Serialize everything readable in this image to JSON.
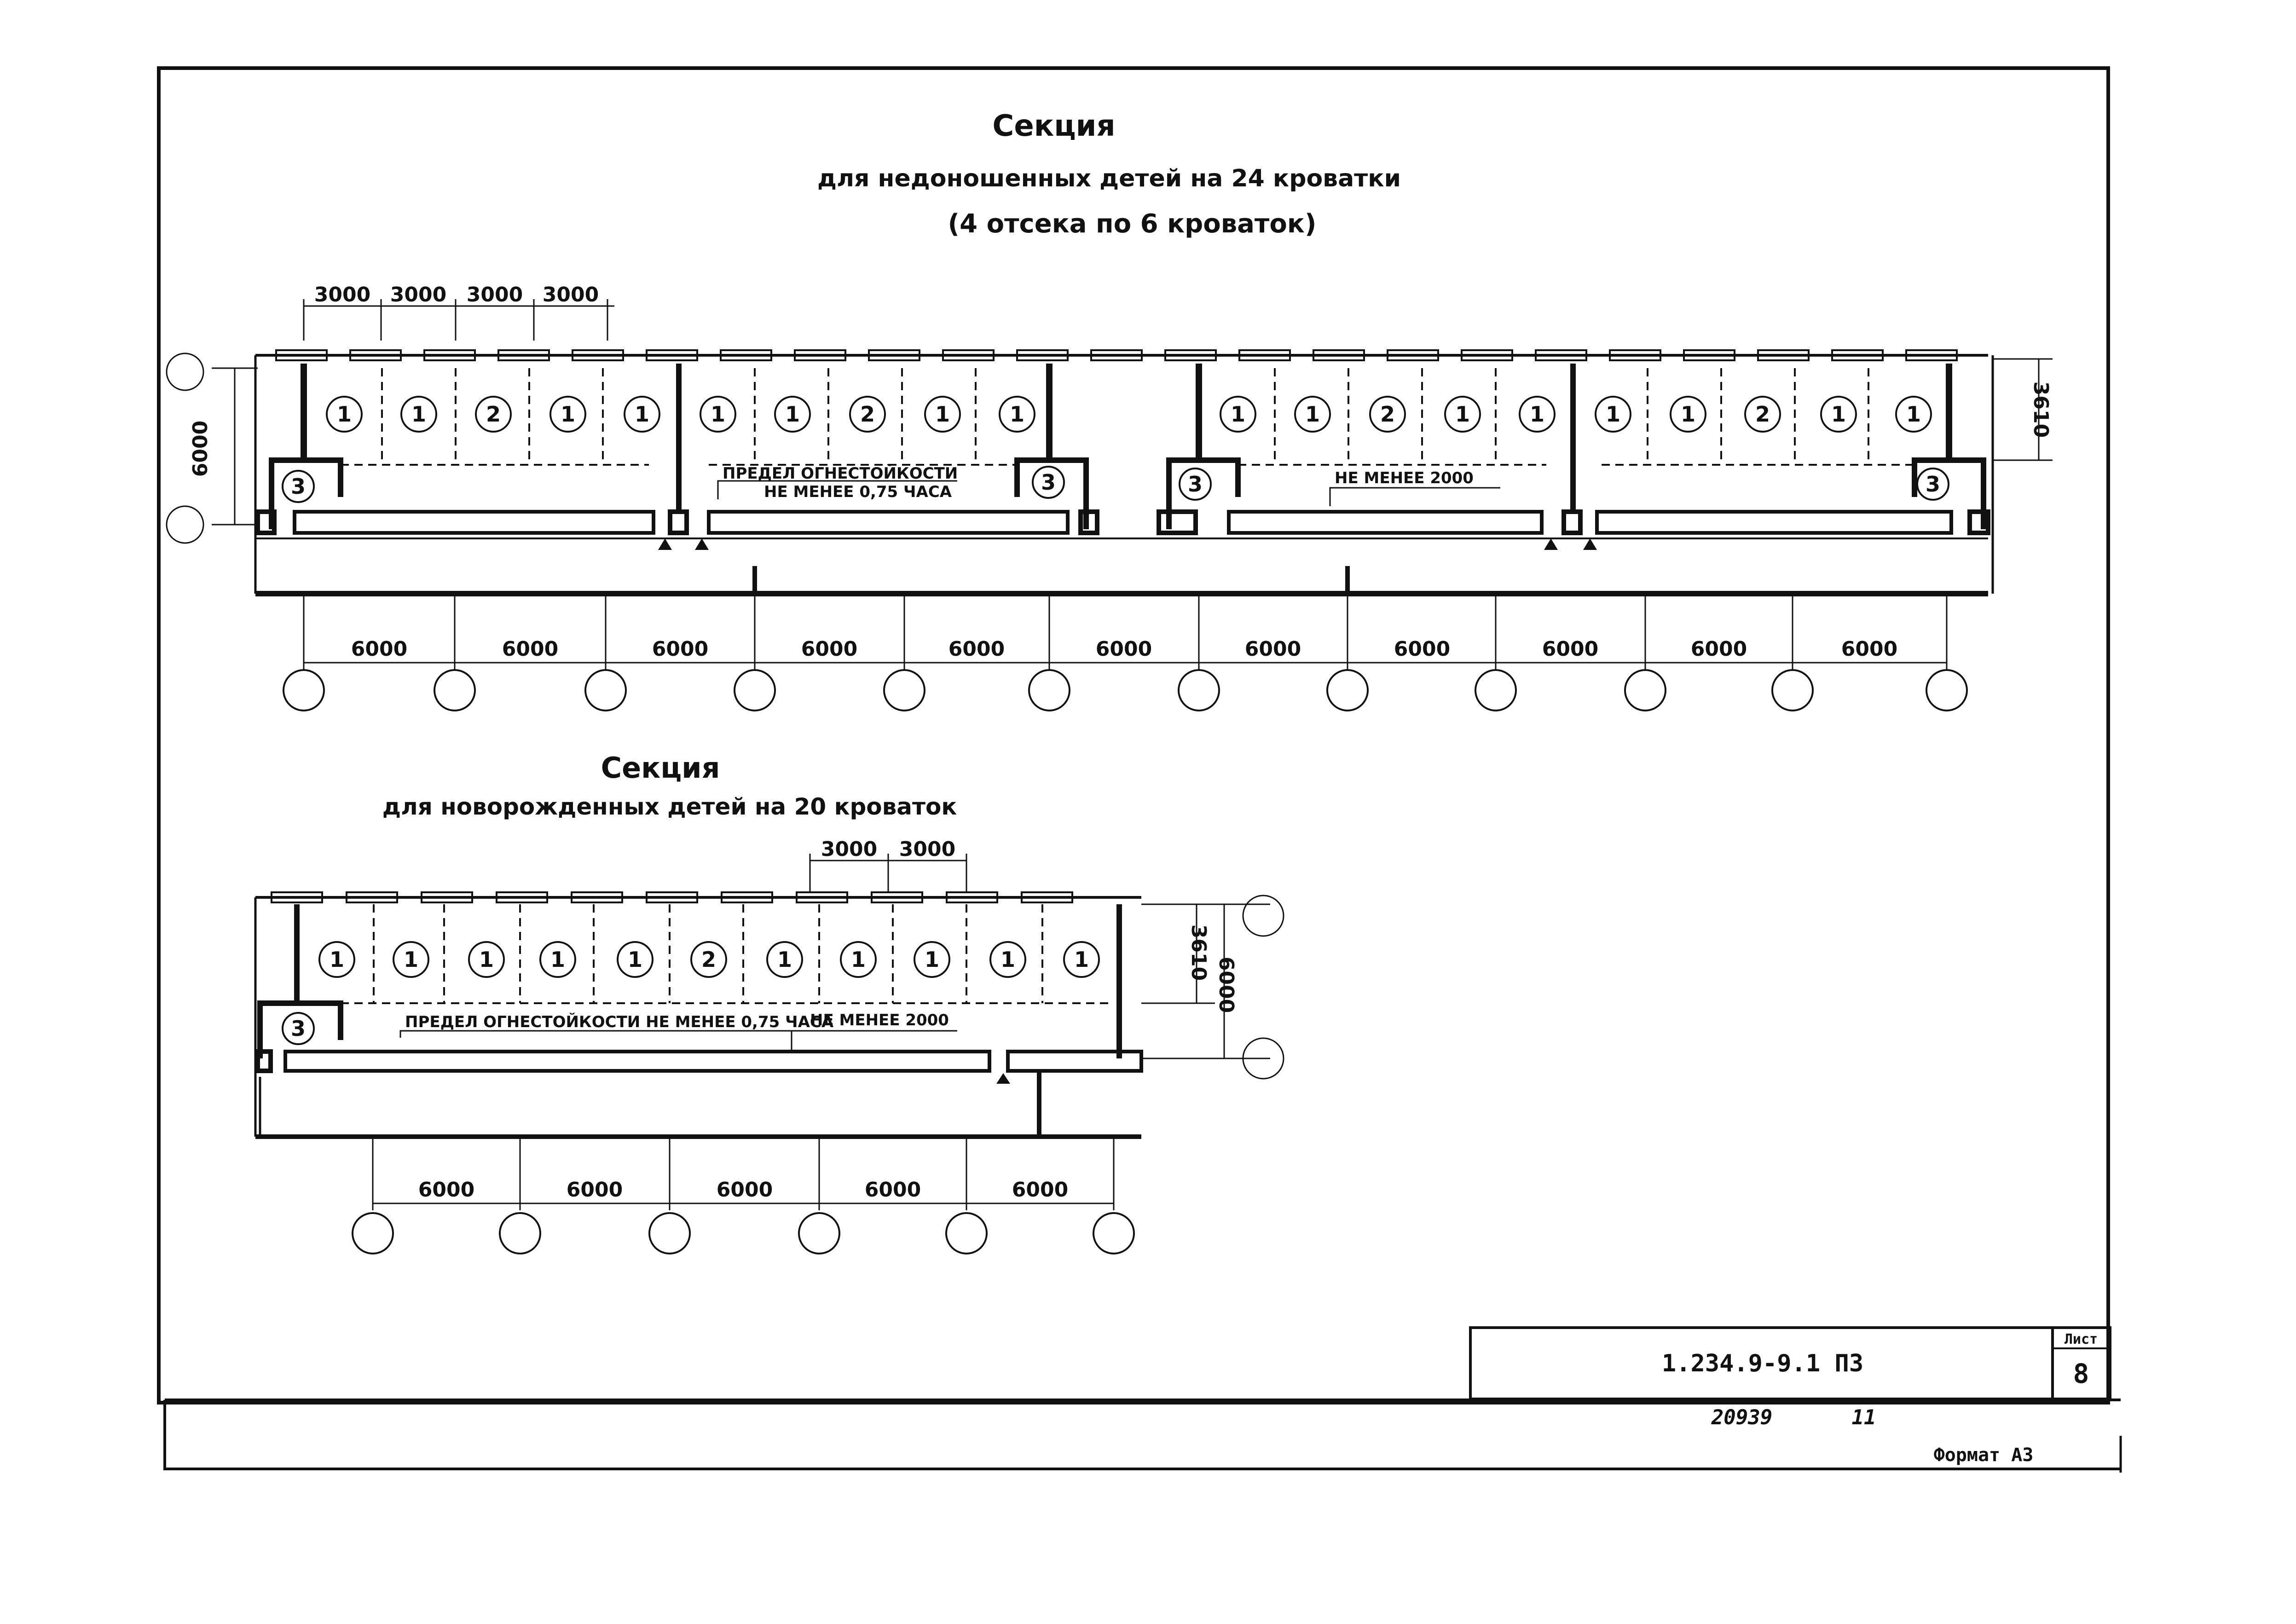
{
  "section1": {
    "title": "Секция",
    "subtitle1": "для недоношенных детей на 24 кроватки",
    "subtitle2": "(4 отсека по 6 кроваток)",
    "top_dims": [
      "3000",
      "3000",
      "3000",
      "3000"
    ],
    "bottom_dims": [
      "6000",
      "6000",
      "6000",
      "6000",
      "6000",
      "6000",
      "6000",
      "6000",
      "6000",
      "6000",
      "6000"
    ],
    "left_dim": "6000",
    "right_dim": "3610",
    "note_fire_1": "ПРЕДЕЛ ОГНЕСТОЙКОСТИ",
    "note_fire_2": "НЕ МЕНЕЕ 0,75 ЧАСА",
    "note_min": "НЕ МЕНЕЕ 2000",
    "beds": [
      "1",
      "1",
      "2",
      "1",
      "1",
      "1",
      "1",
      "2",
      "1",
      "1",
      "1",
      "1",
      "2",
      "1",
      "1",
      "1",
      "1",
      "2",
      "1",
      "1"
    ],
    "nurse": "3"
  },
  "section2": {
    "title": "Секция",
    "subtitle": "для новорожденных детей на 20 кроваток",
    "top_dims": [
      "3000",
      "3000"
    ],
    "bottom_dims": [
      "6000",
      "6000",
      "6000",
      "6000",
      "6000"
    ],
    "right_dim_1": "3610",
    "right_dim_2": "6000",
    "note_fire": "ПРЕДЕЛ ОГНЕСТОЙКОСТИ НЕ МЕНЕЕ 0,75 ЧАСА",
    "note_min": "НЕ МЕНЕЕ 2000",
    "beds": [
      "1",
      "1",
      "1",
      "1",
      "1",
      "2",
      "1",
      "1",
      "1",
      "1",
      "1"
    ],
    "nurse": "3"
  },
  "stamp": {
    "code": "1.234.9-9.1 ПЗ",
    "sheet_label": "Лист",
    "sheet_no": "8",
    "inv_no": "20939",
    "inv_sub": "11",
    "format": "Формат А3"
  }
}
